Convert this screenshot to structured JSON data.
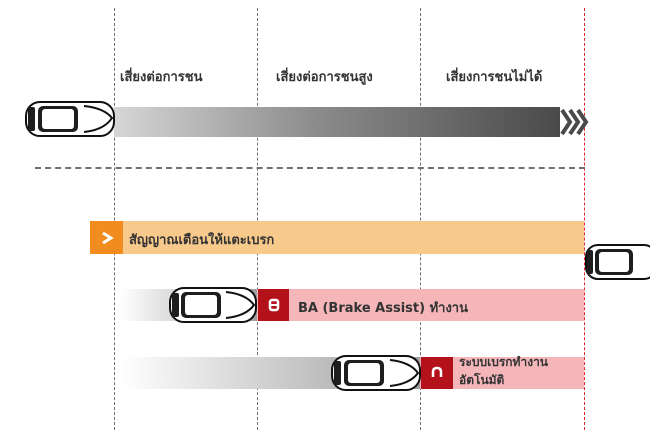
{
  "zones": {
    "zone1": "เสี่ยงต่อการชน",
    "zone2": "เสี่ยงต่อการชนสูง",
    "zone3": "เสี่ยงการชนไม่ได้"
  },
  "steps": [
    {
      "label": "สัญญาณเตือนให้แตะเบรก",
      "icon": "chevron-right-icon",
      "color": "#f28c1f",
      "band_color": "#f7c98a"
    },
    {
      "label": "BA (Brake Assist) ทำงาน",
      "icon": "brake-assist-icon",
      "color": "#b3121a",
      "band_color": "#f4b6b9"
    },
    {
      "label_line1": "ระบบเบรกทำงาน",
      "label_line2": "อัตโนมัติ",
      "icon": "auto-brake-icon",
      "color": "#b3121a",
      "band_color": "#f4b6b9"
    }
  ],
  "colors": {
    "limit_line": "#e0242e",
    "guide_line": "#6f6f6f",
    "arrow_dark": "#4a4a4a"
  }
}
